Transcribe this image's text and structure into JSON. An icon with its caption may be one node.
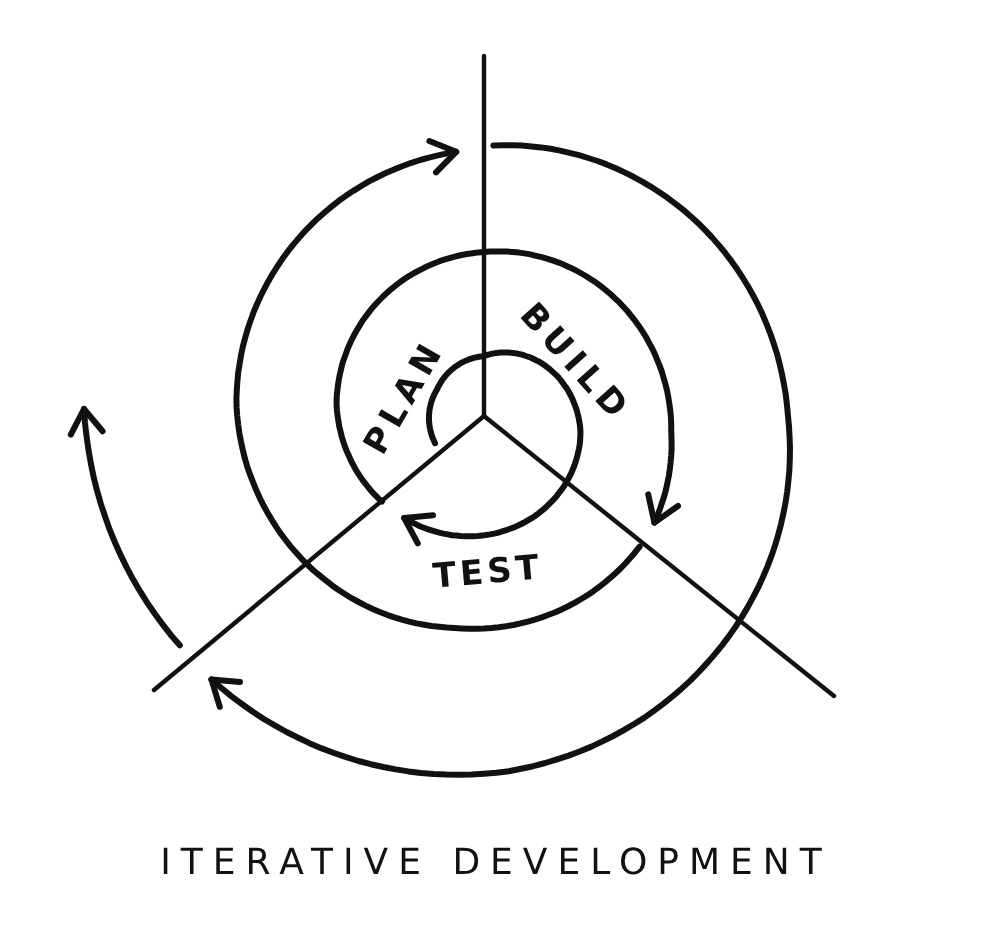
{
  "diagram": {
    "caption": "ITERATIVE DEVELOPMENT",
    "labels": [
      "PLAN",
      "BUILD",
      "TEST"
    ]
  }
}
